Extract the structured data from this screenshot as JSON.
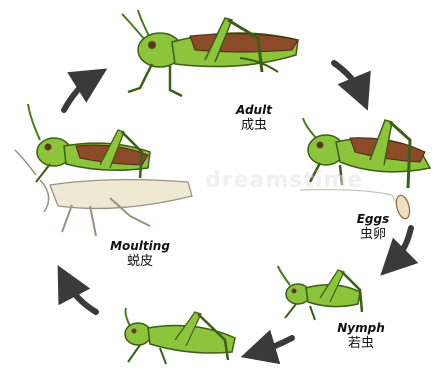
{
  "stages": {
    "adult": {
      "en": "Adult",
      "zh": "成虫"
    },
    "eggs": {
      "en": "Eggs",
      "zh": "虫卵"
    },
    "nymph": {
      "en": "Nymph",
      "zh": "若虫"
    },
    "moulting": {
      "en": "Moulting",
      "zh": "蜕皮"
    }
  },
  "watermark": "dreamstime",
  "colors": {
    "grasshopper_green": "#8cc43c",
    "green_dark": "#4c7a1c",
    "wing_brown": "#8b4a28",
    "exuvia": "#efe9d3",
    "arrow": "#3a3a3a",
    "egg": "#efe0c4"
  }
}
